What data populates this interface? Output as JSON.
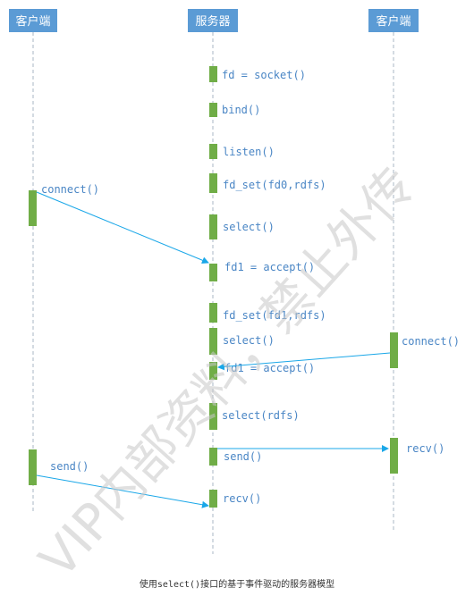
{
  "participants": [
    {
      "id": "client-left",
      "label": "客户端"
    },
    {
      "id": "server",
      "label": "服务器"
    },
    {
      "id": "client-right",
      "label": "客户端"
    }
  ],
  "server_steps": [
    "fd = socket()",
    "bind()",
    "listen()",
    "fd_set(fd0,rdfs)",
    "select()",
    "fd1 = accept()",
    "fd_set(fd1,rdfs)",
    "select()",
    "fd1 = accept()",
    "select(rdfs)",
    "send()",
    "recv()"
  ],
  "client_left_steps": [
    "connect()",
    "send()"
  ],
  "client_right_steps": [
    "connect()",
    "recv()"
  ],
  "watermark": "VIP内部资料，禁止外传",
  "caption": "使用select()接口的基于事件驱动的服务器模型",
  "colors": {
    "header": "#5b9bd5",
    "activation": "#70ad47",
    "arrow": "#1aa7e8",
    "label": "#4a86c5"
  }
}
